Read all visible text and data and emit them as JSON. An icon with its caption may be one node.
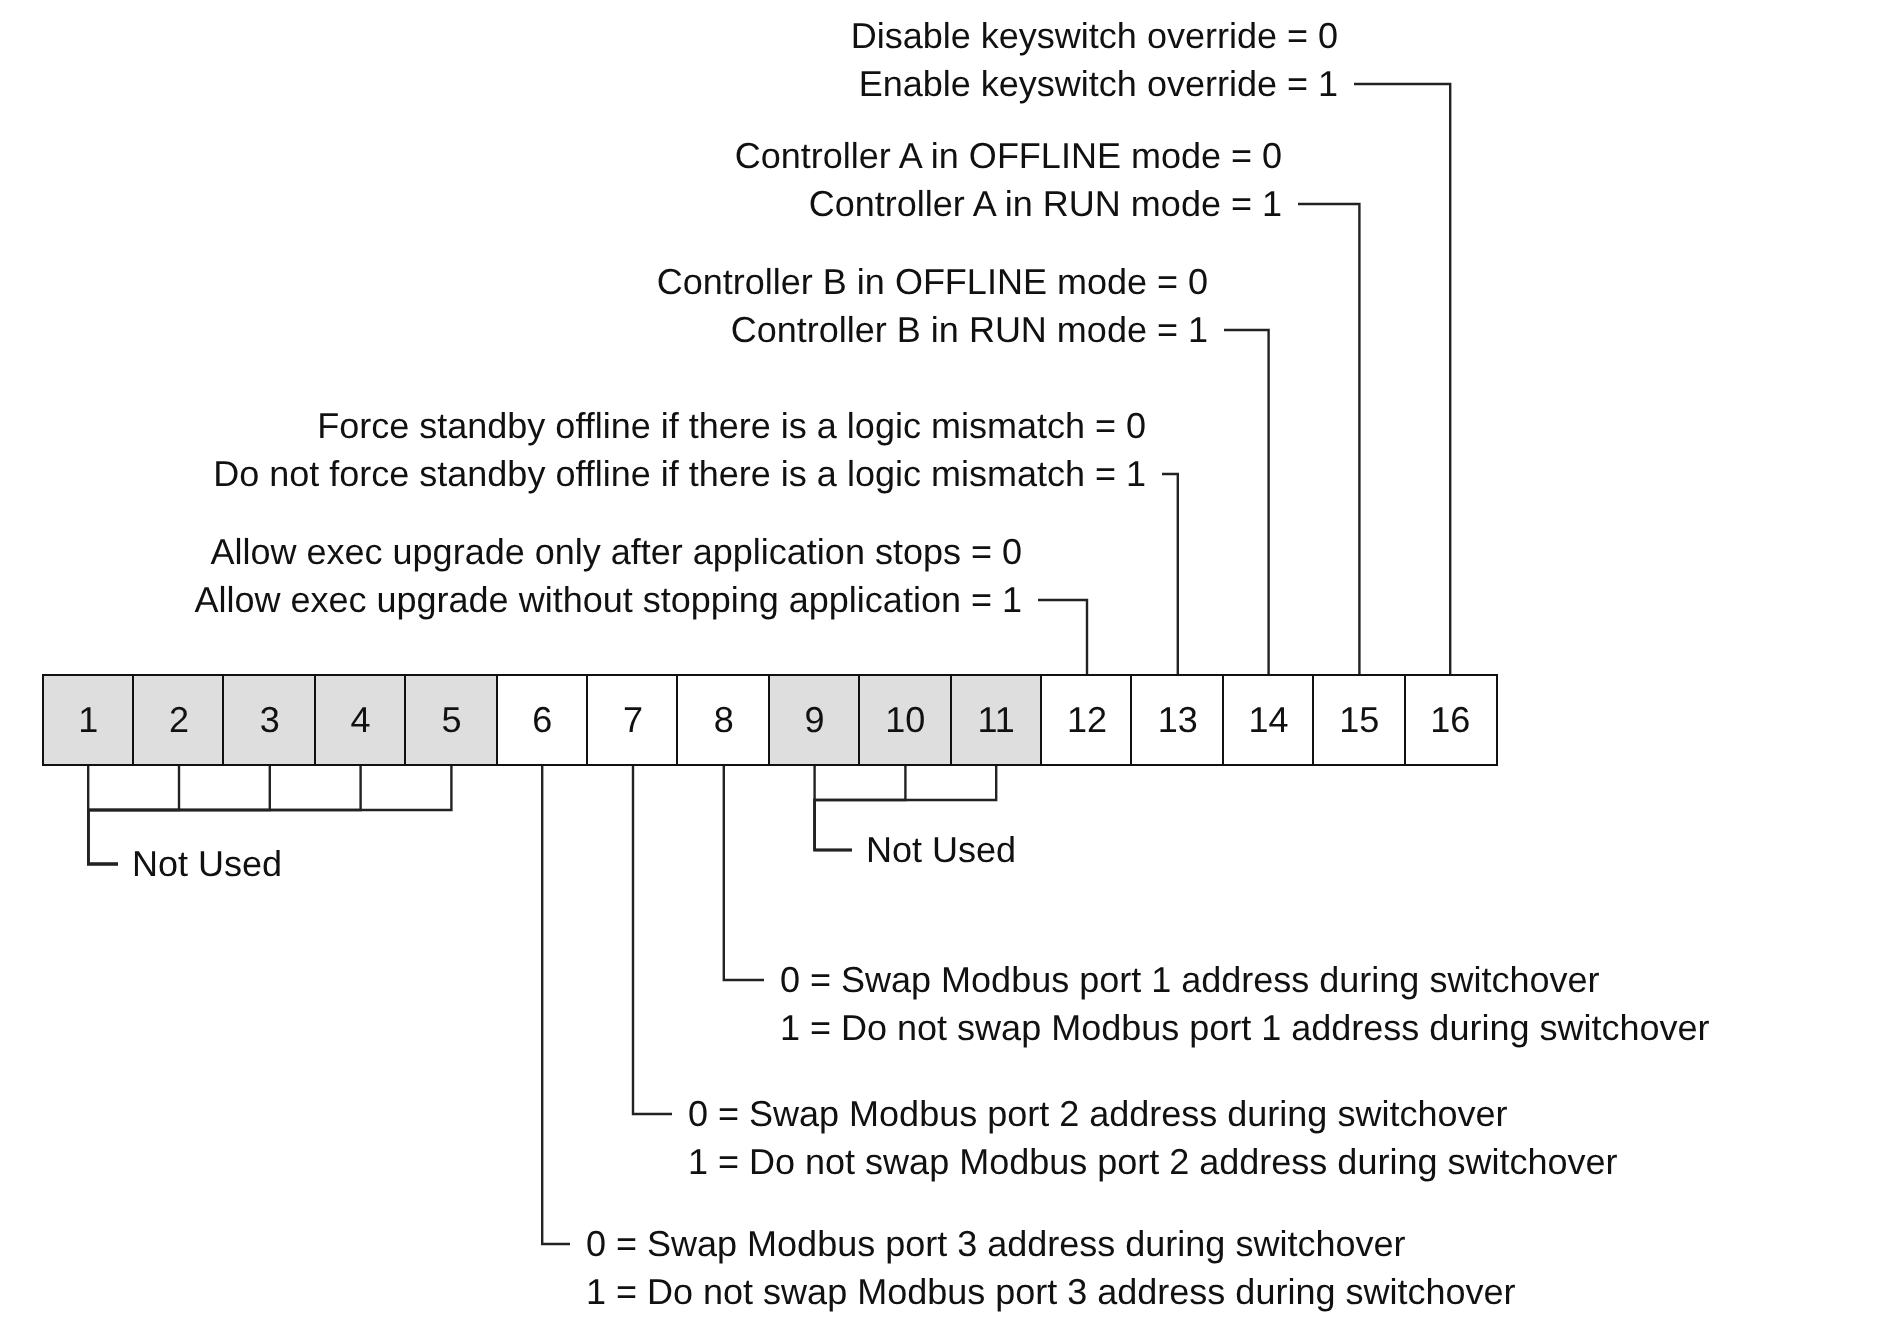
{
  "diagram": {
    "nodes": [
      {
        "text": [
          "Disable keyswitch override = 0",
          "Enable keyswitch override = 1"
        ]
      },
      {
        "text": [
          "Controller A in OFFLINE mode = 0",
          "Controller A in RUN mode = 1"
        ]
      },
      {
        "text": [
          "Controller B in OFFLINE mode = 0",
          "Controller B in RUN mode = 1"
        ]
      },
      {
        "text": [
          "Force standby offline if there is a logic mismatch = 0",
          "Do not force standby offline if there is a logic mismatch = 1"
        ]
      },
      {
        "text": [
          "Allow exec upgrade only after application stops = 0",
          "Allow exec upgrade without stopping application = 1"
        ]
      },
      {
        "text": [
          "1"
        ]
      },
      {
        "text": [
          "2"
        ]
      },
      {
        "text": [
          "3"
        ]
      },
      {
        "text": [
          "4"
        ]
      },
      {
        "text": [
          "5"
        ]
      },
      {
        "text": [
          "6"
        ]
      },
      {
        "text": [
          "7"
        ]
      },
      {
        "text": [
          "8"
        ]
      },
      {
        "text": [
          "9"
        ]
      },
      {
        "text": [
          "10"
        ]
      },
      {
        "text": [
          "11"
        ]
      },
      {
        "text": [
          "12"
        ]
      },
      {
        "text": [
          "13"
        ]
      },
      {
        "text": [
          "14"
        ]
      },
      {
        "text": [
          "15"
        ]
      },
      {
        "text": [
          "16"
        ]
      },
      {
        "text": [
          "Not Used"
        ]
      },
      {
        "text": [
          "Not Used"
        ]
      },
      {
        "text": [
          "0 = Swap Modbus port 1 address during switchover",
          "1 = Do not swap Modbus port 1 address during switchover"
        ]
      },
      {
        "text": [
          "0 = Swap Modbus port 2 address during switchover",
          "1 = Do not swap Modbus port 2 address during switchover"
        ]
      },
      {
        "text": [
          "0 = Swap Modbus port 3 address during switchover",
          "1 = Do not swap Modbus port 3 address during switchover"
        ]
      }
    ],
    "edges": [
      {
        "from": 0,
        "to": 20,
        "arrow": "none"
      },
      {
        "from": 1,
        "to": 19,
        "arrow": "none"
      },
      {
        "from": 2,
        "to": 18,
        "arrow": "none"
      },
      {
        "from": 3,
        "to": 17,
        "arrow": "none"
      },
      {
        "from": 4,
        "to": 16,
        "arrow": "none"
      },
      {
        "from": 5,
        "to": 21,
        "arrow": "none"
      },
      {
        "from": 6,
        "to": 21,
        "arrow": "none"
      },
      {
        "from": 7,
        "to": 21,
        "arrow": "none"
      },
      {
        "from": 8,
        "to": 21,
        "arrow": "none"
      },
      {
        "from": 9,
        "to": 21,
        "arrow": "none"
      },
      {
        "from": 13,
        "to": 22,
        "arrow": "none"
      },
      {
        "from": 14,
        "to": 22,
        "arrow": "none"
      },
      {
        "from": 15,
        "to": 22,
        "arrow": "none"
      },
      {
        "from": 12,
        "to": 23,
        "arrow": "none"
      },
      {
        "from": 11,
        "to": 24,
        "arrow": "none"
      },
      {
        "from": 10,
        "to": 25,
        "arrow": "none"
      }
    ]
  }
}
